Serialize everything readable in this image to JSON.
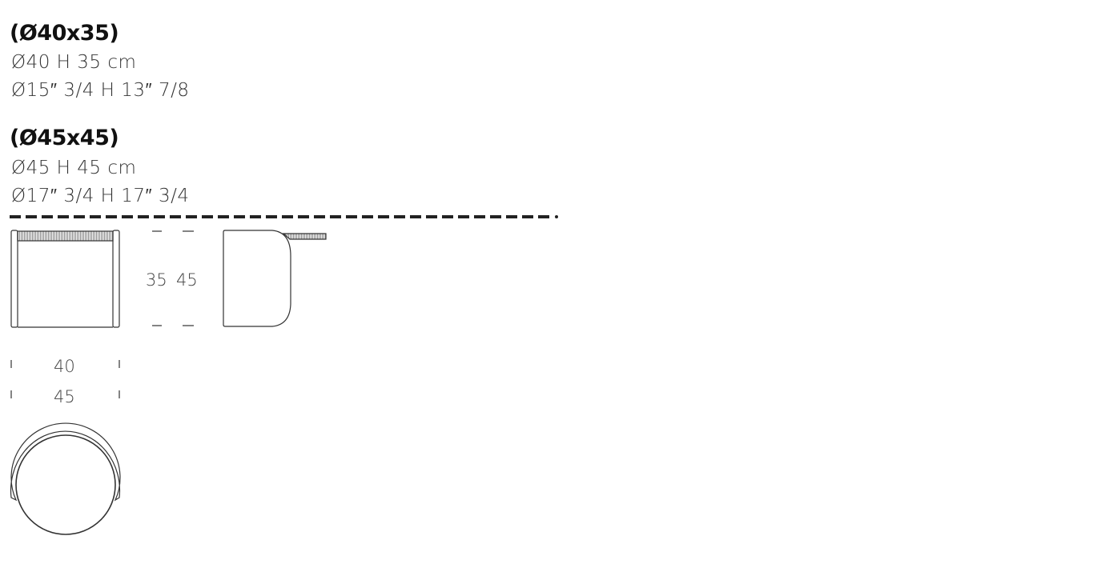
{
  "variants": [
    {
      "title": "(Ø40x35)",
      "metric": "Ø40 H 35 cm",
      "imperial": "Ø15″ 3/4 H 13″ 7/8"
    },
    {
      "title": "(Ø45x45)",
      "metric": "Ø45 H 45 cm",
      "imperial": "Ø17″ 3/4 H 17″ 3/4"
    }
  ],
  "dimensions": {
    "height_a": "35",
    "height_b": "45",
    "width_a": "40",
    "width_b": "45"
  }
}
